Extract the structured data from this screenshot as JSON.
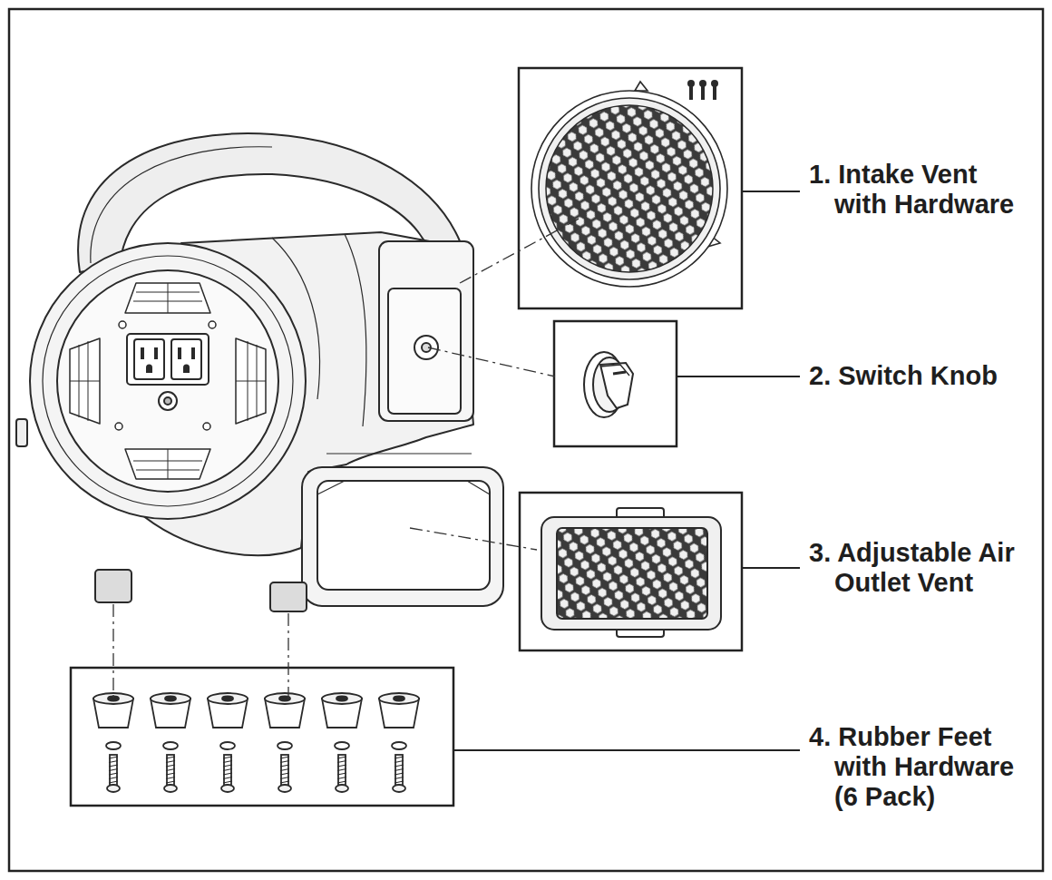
{
  "diagram": {
    "labels": [
      "1. Intake Vent with Hardware",
      "2. Switch Knob",
      "3. Adjustable Air Outlet Vent",
      "4. Rubber Feet with Hardware (6 Pack)"
    ]
  }
}
